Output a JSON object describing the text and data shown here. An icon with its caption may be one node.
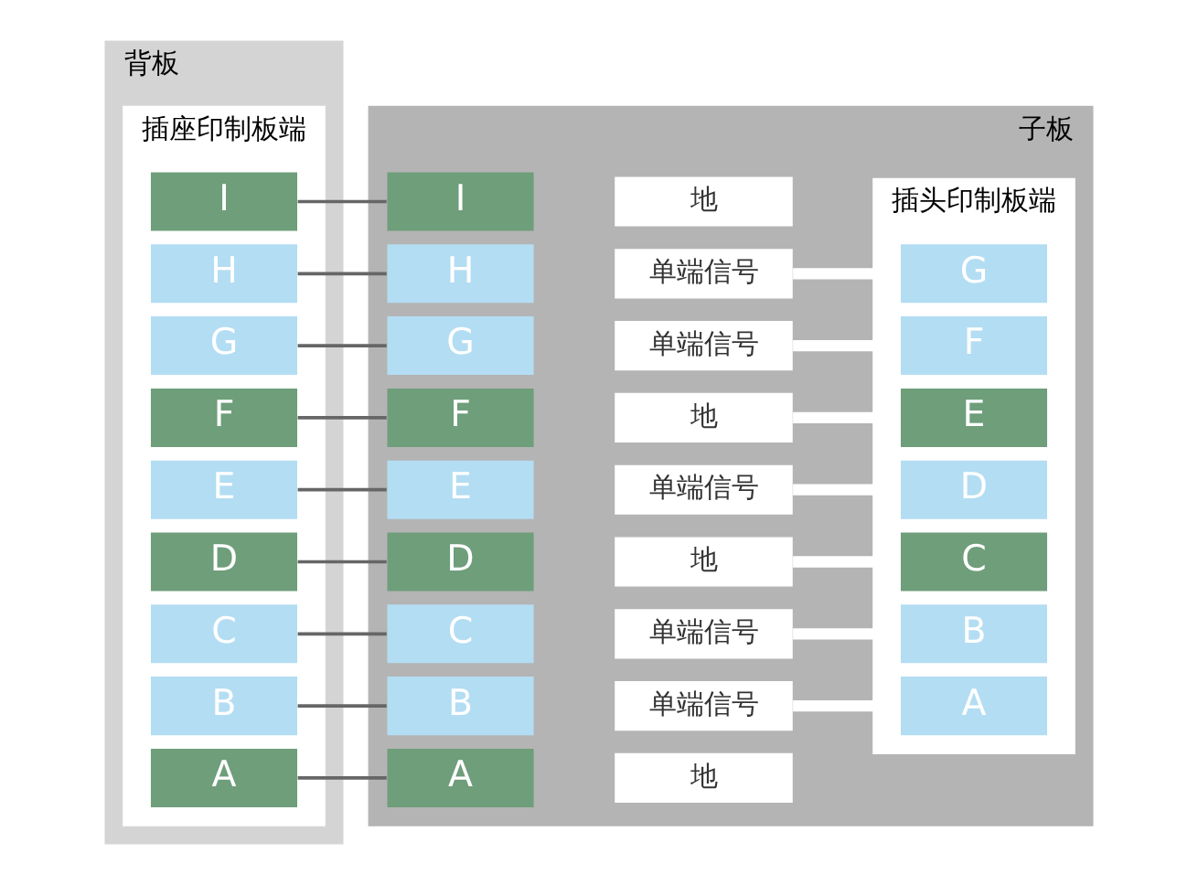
{
  "diagram": {
    "nodes": [
      {
        "text": [
          "背板"
        ]
      },
      {
        "text": [
          "插座印制板端"
        ],
        "in": 0
      },
      {
        "text": [
          "I"
        ],
        "in": 1
      },
      {
        "text": [
          "H"
        ],
        "in": 1
      },
      {
        "text": [
          "G"
        ],
        "in": 1
      },
      {
        "text": [
          "F"
        ],
        "in": 1
      },
      {
        "text": [
          "E"
        ],
        "in": 1
      },
      {
        "text": [
          "D"
        ],
        "in": 1
      },
      {
        "text": [
          "C"
        ],
        "in": 1
      },
      {
        "text": [
          "B"
        ],
        "in": 1
      },
      {
        "text": [
          "A"
        ],
        "in": 1
      },
      {
        "text": [
          "子板"
        ]
      },
      {
        "text": [
          "I"
        ],
        "in": 11
      },
      {
        "text": [
          "H"
        ],
        "in": 11
      },
      {
        "text": [
          "G"
        ],
        "in": 11
      },
      {
        "text": [
          "F"
        ],
        "in": 11
      },
      {
        "text": [
          "E"
        ],
        "in": 11
      },
      {
        "text": [
          "D"
        ],
        "in": 11
      },
      {
        "text": [
          "C"
        ],
        "in": 11
      },
      {
        "text": [
          "B"
        ],
        "in": 11
      },
      {
        "text": [
          "A"
        ],
        "in": 11
      },
      {
        "text": [
          "地"
        ],
        "in": 11
      },
      {
        "text": [
          "单端信号"
        ],
        "in": 11
      },
      {
        "text": [
          "单端信号"
        ],
        "in": 11
      },
      {
        "text": [
          "地"
        ],
        "in": 11
      },
      {
        "text": [
          "单端信号"
        ],
        "in": 11
      },
      {
        "text": [
          "地"
        ],
        "in": 11
      },
      {
        "text": [
          "单端信号"
        ],
        "in": 11
      },
      {
        "text": [
          "单端信号"
        ],
        "in": 11
      },
      {
        "text": [
          "地"
        ],
        "in": 11
      },
      {
        "text": [
          "插头印制板端"
        ],
        "in": 11
      },
      {
        "text": [
          "A"
        ],
        "in": 30
      },
      {
        "text": [
          "B"
        ],
        "in": 30
      },
      {
        "text": [
          "C"
        ],
        "in": 30
      },
      {
        "text": [
          "D"
        ],
        "in": 30
      },
      {
        "text": [
          "E"
        ],
        "in": 30
      },
      {
        "text": [
          "F"
        ],
        "in": 30
      },
      {
        "text": [
          "G"
        ],
        "in": 30
      }
    ],
    "edges": [
      {
        "from": 2,
        "to": 12,
        "arrow": "none"
      },
      {
        "from": 3,
        "to": 13,
        "arrow": "none"
      },
      {
        "from": 4,
        "to": 14,
        "arrow": "none"
      },
      {
        "from": 5,
        "to": 15,
        "arrow": "none"
      },
      {
        "from": 6,
        "to": 16,
        "arrow": "none"
      },
      {
        "from": 7,
        "to": 17,
        "arrow": "none"
      },
      {
        "from": 8,
        "to": 18,
        "arrow": "none"
      },
      {
        "from": 9,
        "to": 19,
        "arrow": "none"
      },
      {
        "from": 10,
        "to": 20,
        "arrow": "none"
      },
      {
        "from": 22,
        "to": 37,
        "arrow": "none",
        "style": "thick",
        "color": "#ffffff"
      },
      {
        "from": 23,
        "to": 36,
        "arrow": "none",
        "style": "thick",
        "color": "#ffffff"
      },
      {
        "from": 24,
        "to": 35,
        "arrow": "none",
        "style": "thick",
        "color": "#ffffff"
      },
      {
        "from": 25,
        "to": 34,
        "arrow": "none",
        "style": "thick",
        "color": "#ffffff"
      },
      {
        "from": 26,
        "to": 33,
        "arrow": "none",
        "style": "thick",
        "color": "#ffffff"
      },
      {
        "from": 27,
        "to": 32,
        "arrow": "none",
        "style": "thick",
        "color": "#ffffff"
      },
      {
        "from": 28,
        "to": 31,
        "arrow": "none",
        "style": "thick",
        "color": "#ffffff"
      }
    ]
  }
}
